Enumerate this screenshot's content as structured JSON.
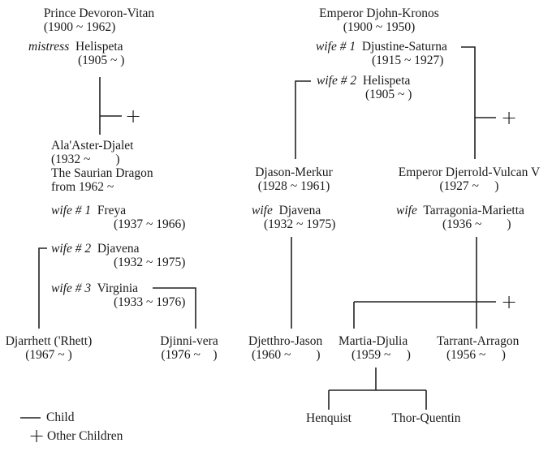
{
  "left_family": {
    "root": {
      "name": "Prince Devoron-Vitan",
      "dates": "(1900 ~ 1962)"
    },
    "mistress": {
      "role": "mistress",
      "name": "Helispeta",
      "dates": "(1905 ~ )"
    },
    "heir": {
      "name": "Ala'Aster-Djalet",
      "dates": "(1932 ~        )",
      "title": "The Saurian Dragon",
      "reign": "from 1962 ~"
    },
    "wives": [
      {
        "role": "wife # 1",
        "name": "Freya",
        "dates": "(1937 ~ 1966)"
      },
      {
        "role": "wife # 2",
        "name": "Djavena",
        "dates": "(1932 ~ 1975)"
      },
      {
        "role": "wife # 3",
        "name": "Virginia",
        "dates": "(1933 ~ 1976)"
      }
    ],
    "children": [
      {
        "name": "Djarrhett ('Rhett)",
        "dates": "(1967 ~ )"
      },
      {
        "name": "Djinni-vera",
        "dates": "(1976 ~    )"
      }
    ]
  },
  "right_family": {
    "root": {
      "name": "Emperor Djohn-Kronos",
      "dates": "(1900 ~ 1950)"
    },
    "wives": [
      {
        "role": "wife # 1",
        "name": "Djustine-Saturna",
        "dates": "(1915 ~ 1927)"
      },
      {
        "role": "wife # 2",
        "name": "Helispeta",
        "dates": "(1905 ~ )"
      }
    ],
    "sons": [
      {
        "name": "Djason-Merkur",
        "dates": "(1928 ~ 1961)",
        "wife_role": "wife",
        "wife_name": "Djavena",
        "wife_dates": "(1932 ~ 1975)"
      },
      {
        "name": "Emperor Djerrold-Vulcan V",
        "dates": "(1927 ~     )",
        "wife_role": "wife",
        "wife_name": "Tarragonia-Marietta",
        "wife_dates": "(1936 ~        )"
      }
    ],
    "grandchildren": [
      {
        "name": "Djetthro-Jason",
        "dates": "(1960 ~        )"
      },
      {
        "name": "Martia-Djulia",
        "dates": "(1959 ~     )"
      },
      {
        "name": "Tarrant-Arragon",
        "dates": "(1956 ~     )"
      }
    ],
    "great_grandchildren": [
      {
        "name": "Henquist"
      },
      {
        "name": "Thor-Quentin"
      }
    ]
  },
  "legend": {
    "child_label": "Child",
    "other_label": "Other Children",
    "plus_symbol": "+"
  }
}
